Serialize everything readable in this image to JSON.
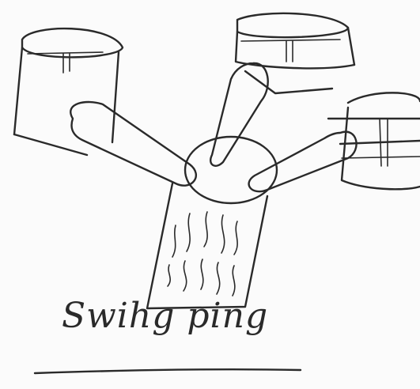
{
  "drawing": {
    "caption": "Swihg ping",
    "ink_color": "#2a2a2a",
    "paper_color": "#fbfbfb",
    "elements": [
      "top-left-cup",
      "top-center-cup",
      "right-cup",
      "center-hub-circle",
      "left-arm",
      "top-arm",
      "right-arm",
      "hatched-base-panel",
      "baseline-underline"
    ]
  }
}
